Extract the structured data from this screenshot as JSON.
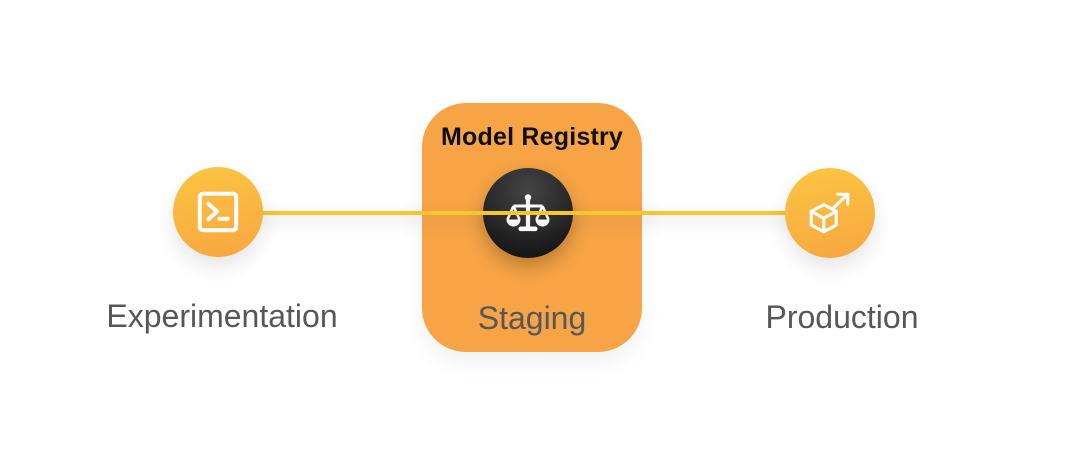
{
  "registry": {
    "title": "Model Registry"
  },
  "stages": [
    {
      "id": "experimentation",
      "label": "Experimentation",
      "icon": "terminal-icon"
    },
    {
      "id": "staging",
      "label": "Staging",
      "icon": "scales-icon"
    },
    {
      "id": "production",
      "label": "Production",
      "icon": "cube-arrow-icon"
    }
  ],
  "colors": {
    "registry_box": "#F6A445",
    "node_gradient_top": "#FCC543",
    "node_gradient_bottom": "#F8A640",
    "connector": "#FBC42C",
    "dark_circle_top": "#454545",
    "dark_circle_bottom": "#0B0B0B",
    "title_dark": "#0F0F0F",
    "label_gray": "#55575A",
    "icon_white": "#FFFFFF"
  }
}
